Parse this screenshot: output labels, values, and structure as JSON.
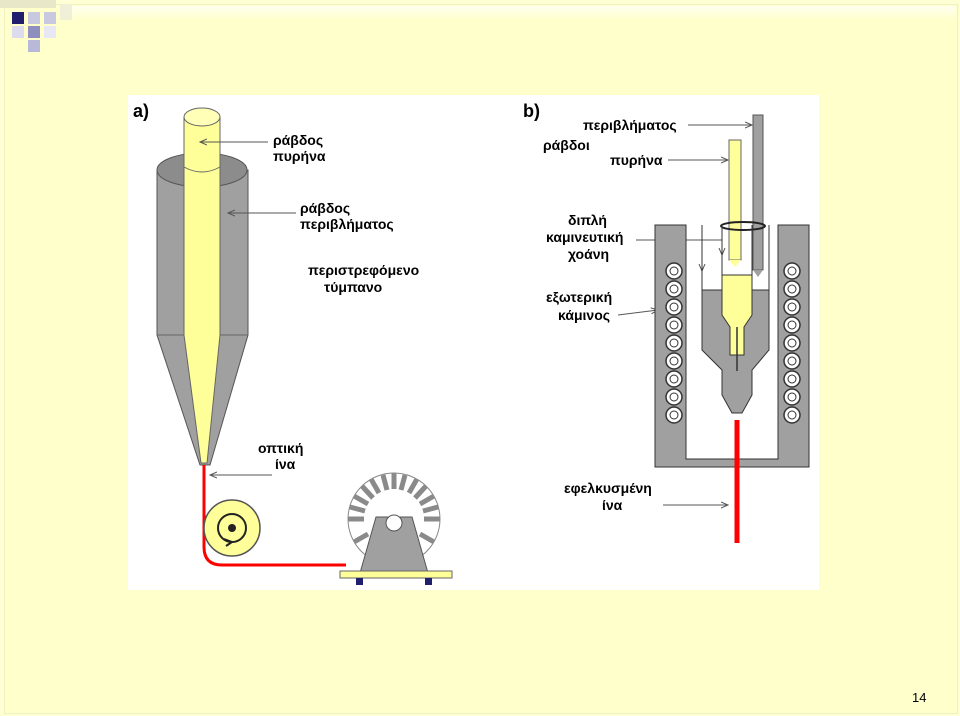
{
  "slide": {
    "page_number": "14"
  },
  "panel_a": {
    "label": "a)",
    "core_rod": [
      "ράβδος",
      "πυρήνα"
    ],
    "cladding_rod": [
      "ράβδος",
      "περιβλήματος"
    ],
    "drum": [
      "περιστρεφόμενο",
      "τύμπανο"
    ],
    "fiber": [
      "οπτική",
      "ίνα"
    ]
  },
  "panel_b": {
    "label": "b)",
    "cladding": "περιβλήματος",
    "rods": "ράβδοι",
    "core": "πυρήνα",
    "crucible": [
      "διπλή",
      "καμινευτική",
      "χοάνη"
    ],
    "furnace": [
      "εξωτερική",
      "κάμινος"
    ],
    "drawn_fiber": [
      "εφελκυσμένη",
      "ίνα"
    ]
  },
  "colors": {
    "yellow": "#ffff99",
    "gray": "#a0a0a0",
    "dark_gray": "#808080",
    "red": "#ff0000",
    "navy": "#1f1f6e",
    "background": "#ffffcc"
  }
}
